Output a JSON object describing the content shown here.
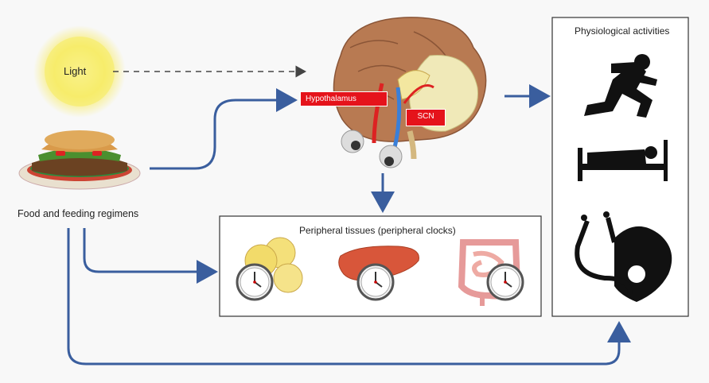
{
  "labels": {
    "light": "Light",
    "food": "Food and feeding regimens",
    "physiological": "Physiological activities",
    "peripheral": "Peripheral tissues (peripheral clocks)",
    "hypothalamus": "Hypothalamus",
    "scn": "SCN"
  },
  "colors": {
    "arrow": "#3a5e9e",
    "tag": "#e5131b",
    "sun": "#f7ec6b"
  },
  "icons": [
    "sun-icon",
    "burger-icon",
    "brain-icon",
    "fat-cells-icon",
    "liver-icon",
    "intestine-icon",
    "clock-icon",
    "runner-icon",
    "bed-icon",
    "stethoscope-heart-icon"
  ]
}
